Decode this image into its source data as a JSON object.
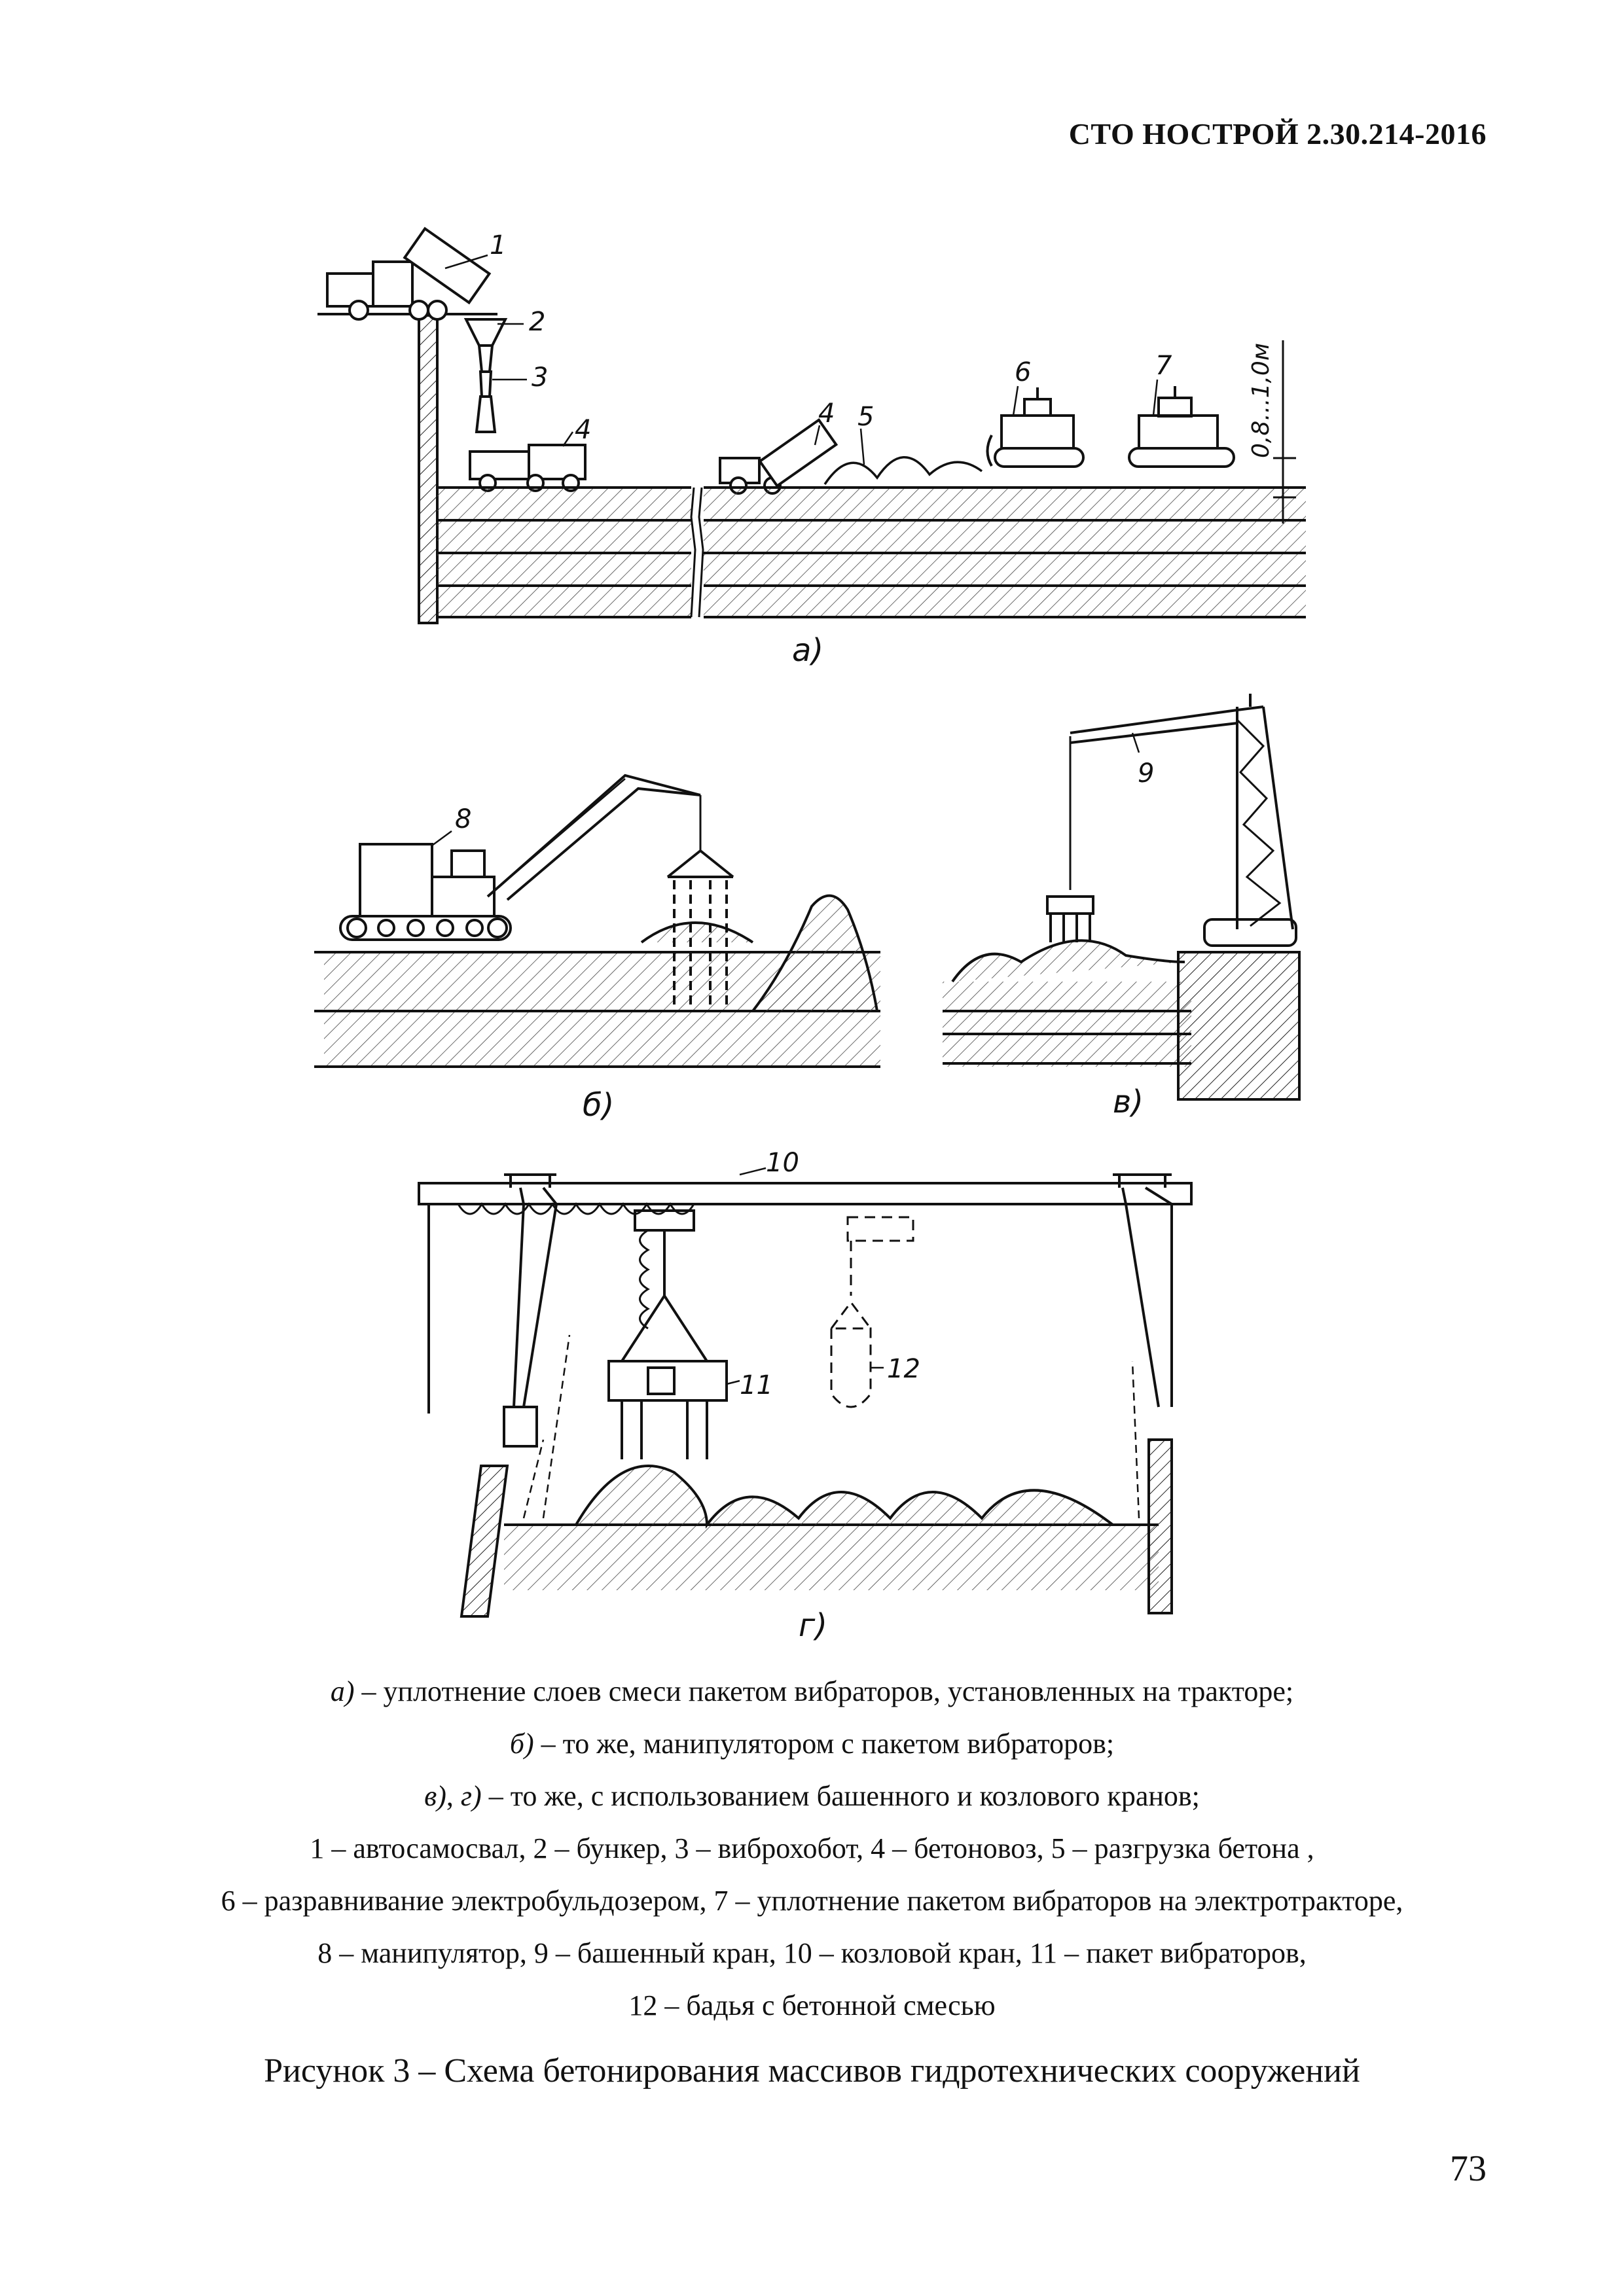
{
  "header": {
    "doc_code": "СТО НОСТРОЙ 2.30.214-2016"
  },
  "figure": {
    "callouts": [
      "1",
      "2",
      "3",
      "4",
      "4",
      "5",
      "6",
      "7",
      "8",
      "9",
      "10",
      "11",
      "12"
    ],
    "dimension": "0,8...1,0м",
    "subfigure_labels": {
      "a": "а)",
      "b": "б)",
      "v": "в)",
      "g": "г)"
    }
  },
  "caption": {
    "line1_prefix": "а)",
    "line1_text": " – уплотнение слоев смеси пакетом вибраторов, установленных на тракторе;",
    "line2_prefix": "б)",
    "line2_text": " – то же, манипулятором с пакетом вибраторов;",
    "line3_prefix_v": "в)",
    "line3_sep": ", ",
    "line3_prefix_g": "г)",
    "line3_text": " – то же, с использованием башенного и козлового кранов;",
    "legend_lines": [
      "1 – автосамосвал, 2 – бункер, 3 – виброхобот, 4 – бетоновоз, 5 – разгрузка бетона ,",
      "6 – разравнивание электробульдозером, 7 – уплотнение пакетом вибраторов на электротракторе,",
      "8 – манипулятор, 9 – башенный кран, 10 – козловой кран, 11 – пакет вибраторов,",
      "12 – бадья с бетонной смесью"
    ]
  },
  "figure_title": "Рисунок 3 – Схема бетонирования массивов гидротехнических сооружений",
  "page_number": "73"
}
